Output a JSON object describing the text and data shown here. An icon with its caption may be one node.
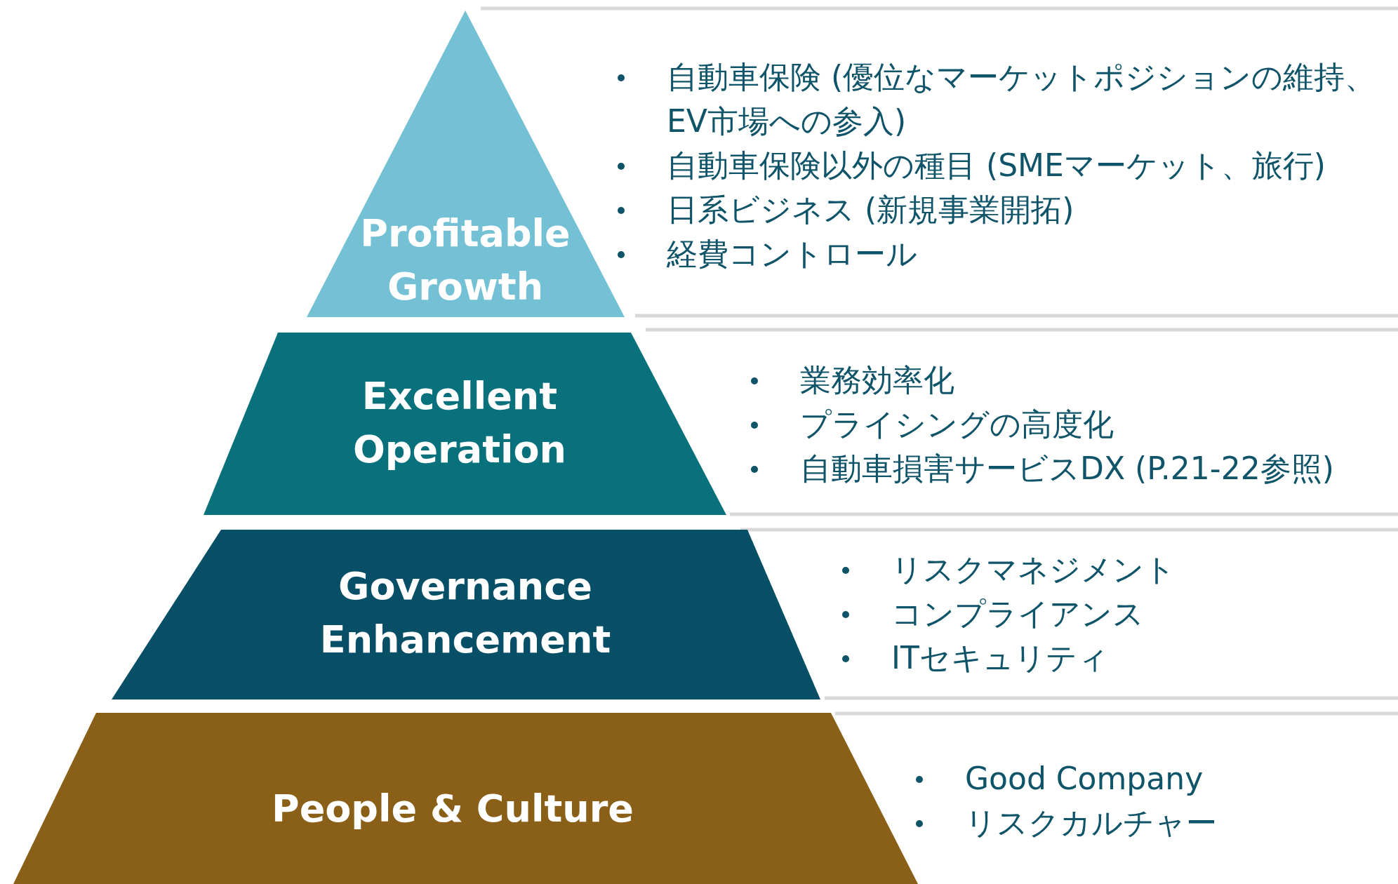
{
  "diagram": {
    "nodes": [
      {
        "text": [
          "Profitable Growth"
        ],
        "beside": [
          "自動車保険 (優位なマーケットポジションの維持、EV市場への参入)",
          "自動車保険以外の種目 (SMEマーケット、旅行)",
          "日系ビジネス (新規事業開拓)",
          "経費コントロール"
        ]
      },
      {
        "text": [
          "Excellent Operation"
        ],
        "beside": [
          "業務効率化",
          "プライシングの高度化",
          "自動車損害サービスDX (P.21-22参照)"
        ]
      },
      {
        "text": [
          "Governance Enhancement"
        ],
        "beside": [
          "リスクマネジメント",
          "コンプライアンス",
          "ITセキュリティ"
        ]
      },
      {
        "text": [
          "People & Culture"
        ],
        "beside": [
          "Good Company",
          "リスクカルチャー"
        ]
      }
    ],
    "edges": []
  }
}
